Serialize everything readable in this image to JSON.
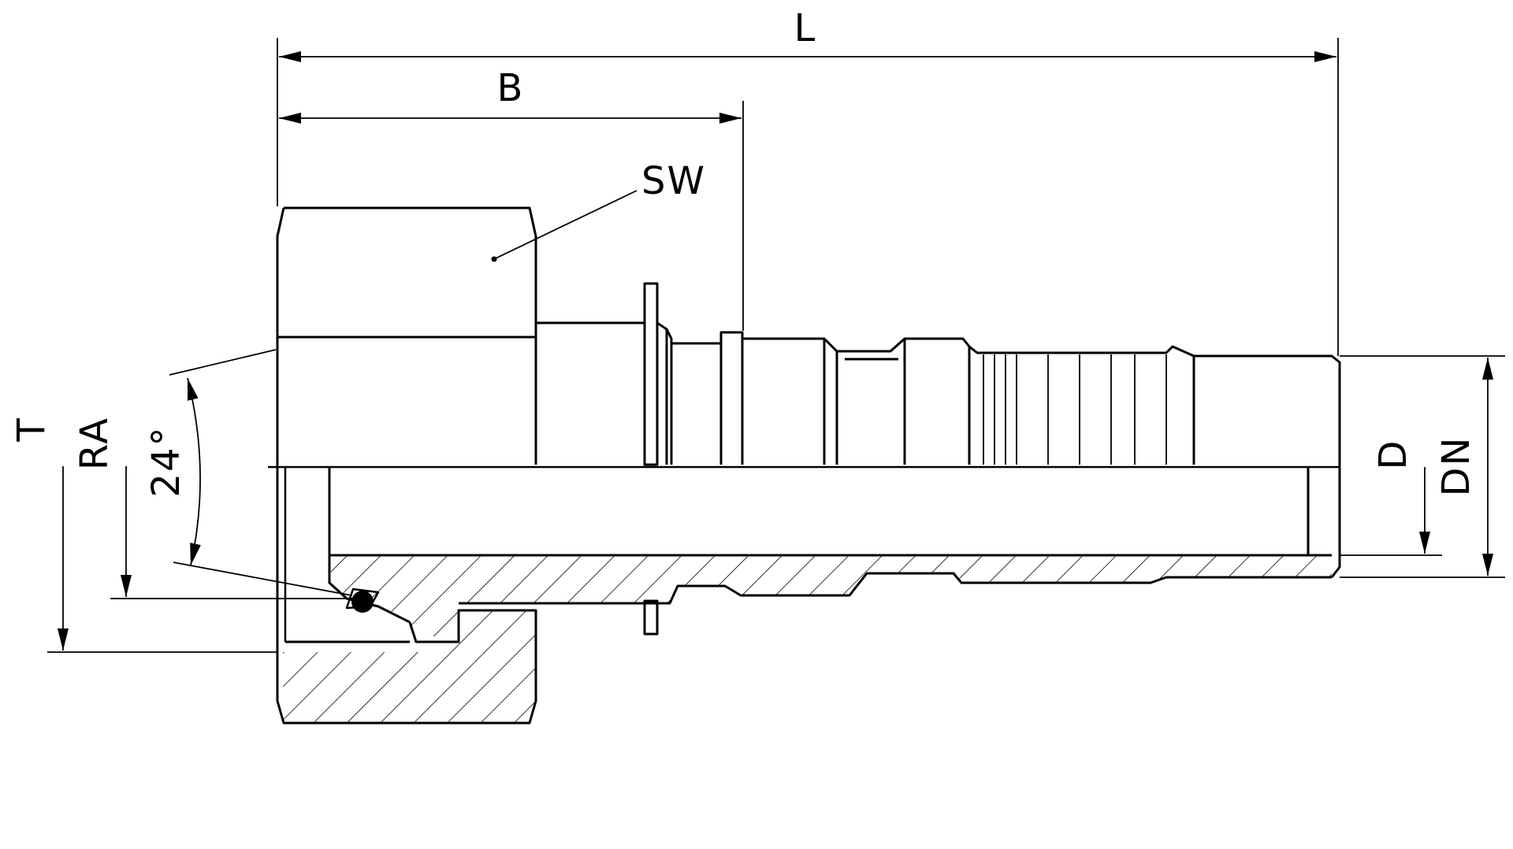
{
  "diagram": {
    "dimensions": {
      "L": "L",
      "B": "B",
      "SW": "SW",
      "T": "T",
      "RA": "RA",
      "angle": "24°",
      "D": "D",
      "DN": "DN"
    },
    "colors": {
      "line": "#000000",
      "background": "#ffffff"
    }
  }
}
